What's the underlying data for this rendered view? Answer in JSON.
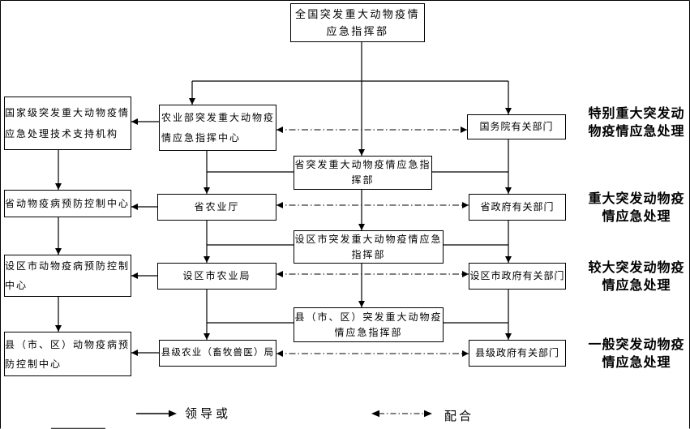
{
  "page": {
    "background": "#ffffff",
    "line_color": "#000000"
  },
  "nodes": {
    "national_hq": "全国突发重大动物疫情应急指挥部",
    "national_tech_support": "国家级突发重大动物疫情应急处理技术支持机构",
    "moa_command_center": "农业部突发重大动物疫情应急指挥中心",
    "state_council_depts": "国务院有关部门",
    "province_hq": "省突发重大动物疫情应急指挥部",
    "province_cdc": "省动物疫病预防控制中心",
    "province_agri_dept": "省农业厅",
    "province_gov_depts": "省政府有关部门",
    "city_hq": "设区市突发重大动物疫情应急指挥部",
    "city_cdc": "设区市动物疫病预防控制中心",
    "city_agri_bureau": "设区市农业局",
    "city_gov_depts": "设区市政府有关部门",
    "county_hq": "县（市、区）突发重大动物疫情应急指挥部",
    "county_cdc": "县（市、区）动物疫病预防控制中心",
    "county_agri_bureau": "县级农业（畜牧兽医）局",
    "county_gov_depts": "县级政府有关部门"
  },
  "side_labels": [
    "特别重大突发动物疫情应急处理",
    "重大突发动物疫情应急处理",
    "较大突发动物疫情应急处理",
    "一般突发动物疫情应急处理"
  ],
  "legend": {
    "lead_label": "领导或",
    "coop_label": "配合",
    "lead_icon": "solid-right-arrow",
    "coop_icon": "dash-dot-double-arrow"
  }
}
